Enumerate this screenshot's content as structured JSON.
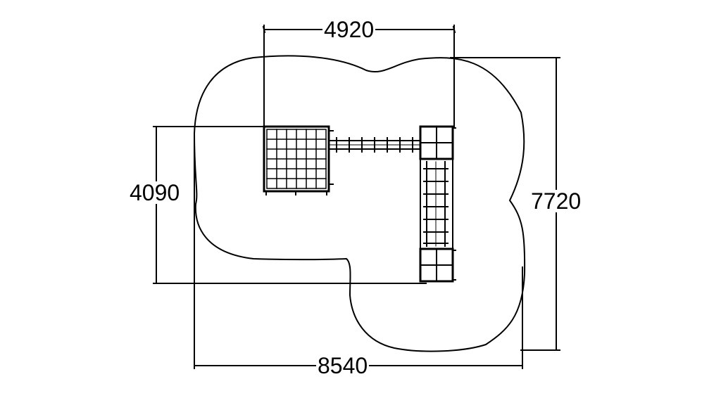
{
  "dimensions": {
    "top_width": "4920",
    "left_height": "4090",
    "right_height": "7720",
    "bottom_width": "8540"
  },
  "colors": {
    "line": "#000000",
    "background": "#ffffff"
  }
}
